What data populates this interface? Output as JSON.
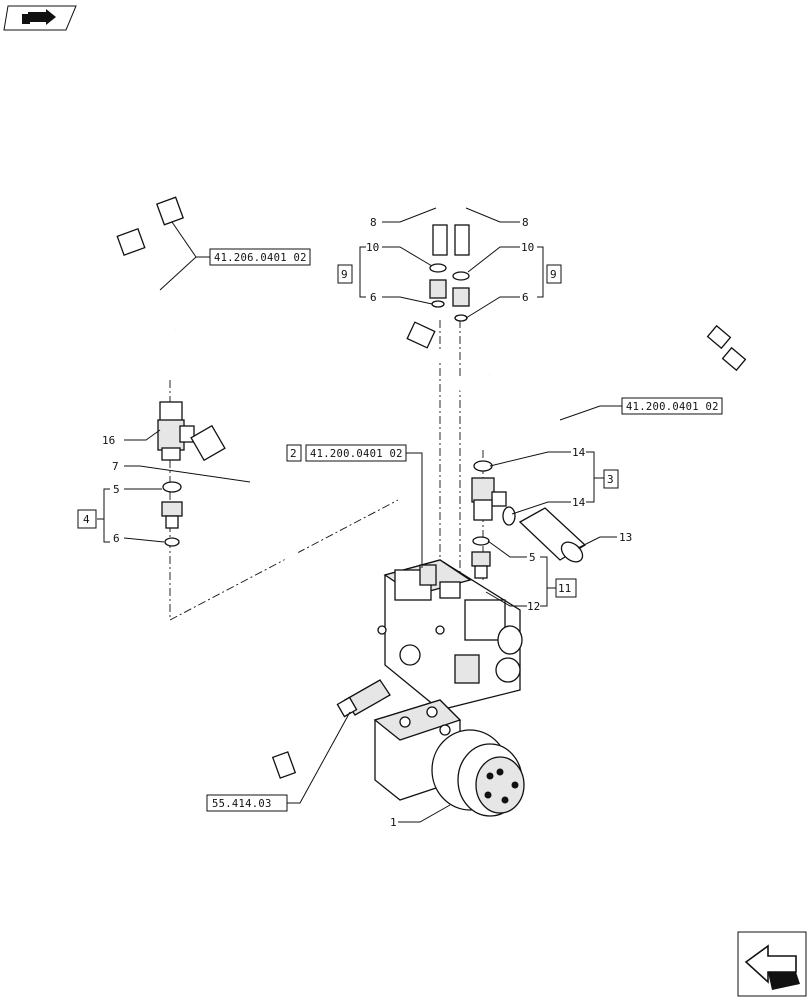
{
  "references": {
    "top_left": "41.206.0401 02",
    "right": "41.200.0401 02",
    "center": "41.200.0401 02",
    "bottom": "55.414.03"
  },
  "boxed_items": {
    "item_9_left": "9",
    "item_9_right": "9",
    "item_2": "2",
    "item_3": "3",
    "item_4": "4",
    "item_11": "11"
  },
  "callouts": {
    "c1": "1",
    "c5_left": "5",
    "c5_right": "5",
    "c6_left": "6",
    "c6_top_left": "6",
    "c6_top_right": "6",
    "c7": "7",
    "c8_left": "8",
    "c8_right": "8",
    "c10_left": "10",
    "c10_right": "10",
    "c12": "12",
    "c13": "13",
    "c14_top": "14",
    "c14_bottom": "14",
    "c16": "16"
  },
  "icons": {
    "top_left": "next-page-arrow-icon",
    "bottom_right": "previous-page-arrow-icon"
  }
}
